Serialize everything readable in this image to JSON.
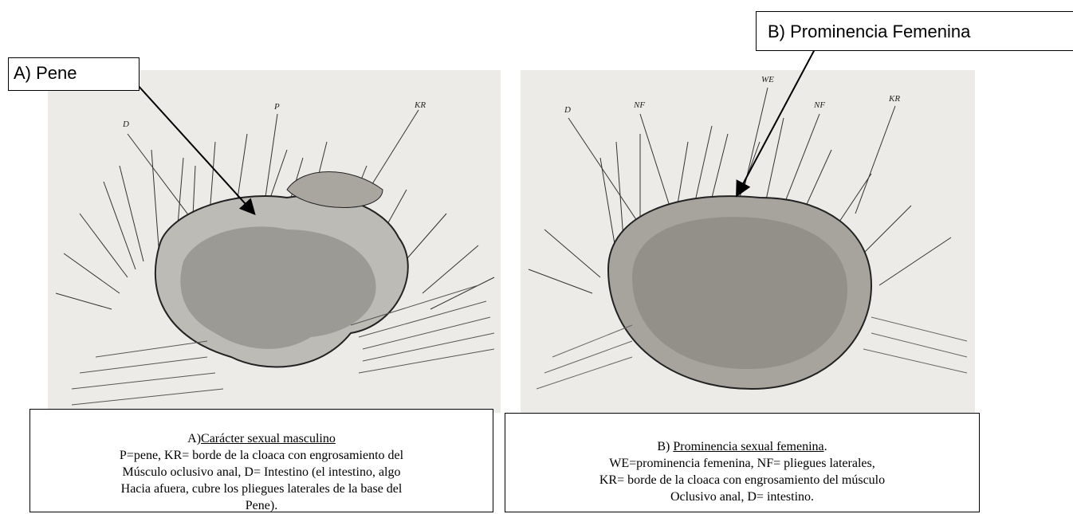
{
  "callouts": {
    "a": "A) Pene",
    "b": "B) Prominencia Femenina"
  },
  "drawing_labels": {
    "a": {
      "d": "D",
      "p": "P",
      "kr": "KR"
    },
    "b": {
      "d": "D",
      "we": "WE",
      "nf1": "NF",
      "nf2": "NF",
      "kr": "KR"
    }
  },
  "captions": {
    "a": {
      "prefix": "A)",
      "title": "Carácter sexual masculino",
      "lines": [
        "P=pene, KR= borde de la cloaca con engrosamiento del",
        "Músculo oclusivo anal, D= Intestino (el intestino, algo",
        "Hacia afuera, cubre los pliegues laterales de la base del",
        "Pene)."
      ]
    },
    "b": {
      "prefix": "B)",
      "title": "Prominencia sexual femenina",
      "title_suffix": ".",
      "lines": [
        "WE=prominencia femenina, NF= pliegues laterales,",
        "KR= borde de la cloaca con engrosamiento del músculo",
        "Oclusivo anal, D= intestino."
      ]
    }
  }
}
